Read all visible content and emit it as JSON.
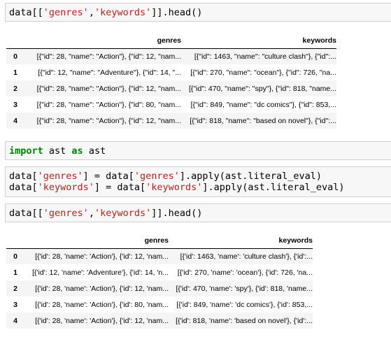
{
  "cell1": {
    "code_prefix": "data[[",
    "str1": "'genres'",
    "comma": ",",
    "str2": "'keywords'",
    "code_suffix": "]].head()"
  },
  "table1": {
    "columns": [
      "genres",
      "keywords"
    ],
    "rows": [
      {
        "index": "0",
        "genres": "[{\"id\": 28, \"name\": \"Action\"}, {\"id\": 12, \"nam...",
        "keywords": "[{\"id\": 1463, \"name\": \"culture clash\"}, {\"id\":..."
      },
      {
        "index": "1",
        "genres": "[{\"id\": 12, \"name\": \"Adventure\"}, {\"id\": 14, \"...",
        "keywords": "[{\"id\": 270, \"name\": \"ocean\"}, {\"id\": 726, \"na..."
      },
      {
        "index": "2",
        "genres": "[{\"id\": 28, \"name\": \"Action\"}, {\"id\": 12, \"nam...",
        "keywords": "[{\"id\": 470, \"name\": \"spy\"}, {\"id\": 818, \"name..."
      },
      {
        "index": "3",
        "genres": "[{\"id\": 28, \"name\": \"Action\"}, {\"id\": 80, \"nam...",
        "keywords": "[{\"id\": 849, \"name\": \"dc comics\"}, {\"id\": 853,..."
      },
      {
        "index": "4",
        "genres": "[{\"id\": 28, \"name\": \"Action\"}, {\"id\": 12, \"nam...",
        "keywords": "[{\"id\": 818, \"name\": \"based on novel\"}, {\"id\":..."
      }
    ]
  },
  "cell2": {
    "kw1": "import",
    "mod": " ast ",
    "kw2": "as",
    "alias": " ast"
  },
  "cell3": {
    "line1_a": "data[",
    "line1_s1": "'genres'",
    "line1_b": "] = data[",
    "line1_s2": "'genres'",
    "line1_c": "].apply(ast.literal_eval)",
    "line2_a": "data[",
    "line2_s1": "'keywords'",
    "line2_b": "] = data[",
    "line2_s2": "'keywords'",
    "line2_c": "].apply(ast.literal_eval)"
  },
  "cell4": {
    "code_prefix": "data[[",
    "str1": "'genres'",
    "comma": ",",
    "str2": "'keywords'",
    "code_suffix": "]].head()"
  },
  "table2": {
    "columns": [
      "genres",
      "keywords"
    ],
    "rows": [
      {
        "index": "0",
        "genres": "[{'id': 28, 'name': 'Action'}, {'id': 12, 'nam...",
        "keywords": "[{'id': 1463, 'name': 'culture clash'}, {'id':..."
      },
      {
        "index": "1",
        "genres": "[{'id': 12, 'name': 'Adventure'}, {'id': 14, 'n...",
        "keywords": "[{'id': 270, 'name': 'ocean'}, {'id': 726, 'na..."
      },
      {
        "index": "2",
        "genres": "[{'id': 28, 'name': 'Action'}, {'id': 12, 'nam...",
        "keywords": "[{'id': 470, 'name': 'spy'}, {'id': 818, 'name..."
      },
      {
        "index": "3",
        "genres": "[{'id': 28, 'name': 'Action'}, {'id': 80, 'nam...",
        "keywords": "[{'id': 849, 'name': 'dc comics'}, {'id': 853,..."
      },
      {
        "index": "4",
        "genres": "[{'id': 28, 'name': 'Action'}, {'id': 12, 'nam...",
        "keywords": "[{'id': 818, 'name': 'based on novel'}, {'id':..."
      }
    ]
  }
}
